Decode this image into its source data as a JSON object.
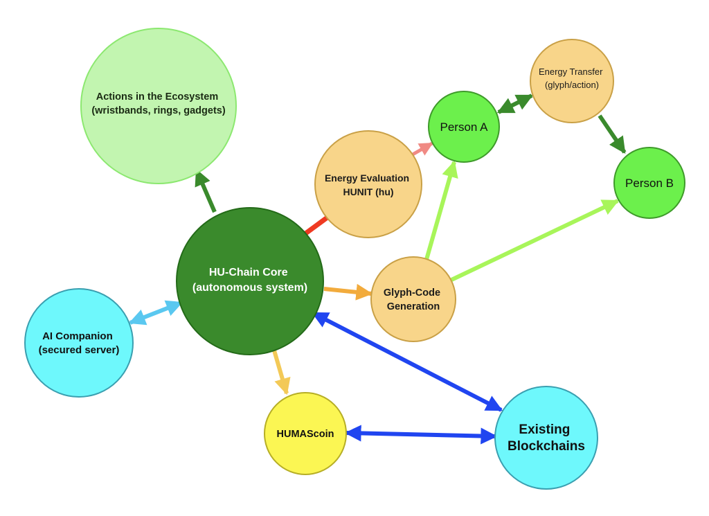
{
  "nodes": {
    "core": {
      "lines": [
        "HU-Chain Core",
        "(autonomous system)"
      ]
    },
    "actions": {
      "lines": [
        "Actions in the Ecosystem",
        "(wristbands, rings, gadgets)"
      ]
    },
    "energy_eval": {
      "lines": [
        "Energy Evaluation",
        "HUNIT (hu)"
      ]
    },
    "person_a": {
      "lines": [
        "Person A"
      ]
    },
    "energy_transfer": {
      "lines": [
        "Energy Transfer",
        "(glyph/action)"
      ]
    },
    "person_b": {
      "lines": [
        "Person B"
      ]
    },
    "glyph_code": {
      "lines": [
        "Glyph-Code",
        "Generation"
      ]
    },
    "ai_companion": {
      "lines": [
        "AI Companion",
        "(secured server)"
      ]
    },
    "humascoin": {
      "lines": [
        "HUMAScoin"
      ]
    },
    "blockchains": {
      "lines": [
        "Existing",
        "Blockchains"
      ]
    }
  },
  "colors": {
    "core_fill": "#3a8a2c",
    "actions_fill": "#c2f5b0",
    "orange_fill": "#f8d58a",
    "green_fill": "#6cf04c",
    "cyan_fill": "#6ef8fc",
    "yellow_fill": "#fbf653",
    "edge_dark_green": "#3a8a2c",
    "edge_red": "#ef3a22",
    "edge_pink": "#f08a84",
    "edge_lime": "#a8f55a",
    "edge_orange": "#f2ab3c",
    "edge_yellow_orange": "#f3c957",
    "edge_sky": "#5ac8f0",
    "edge_blue": "#2045f0"
  }
}
